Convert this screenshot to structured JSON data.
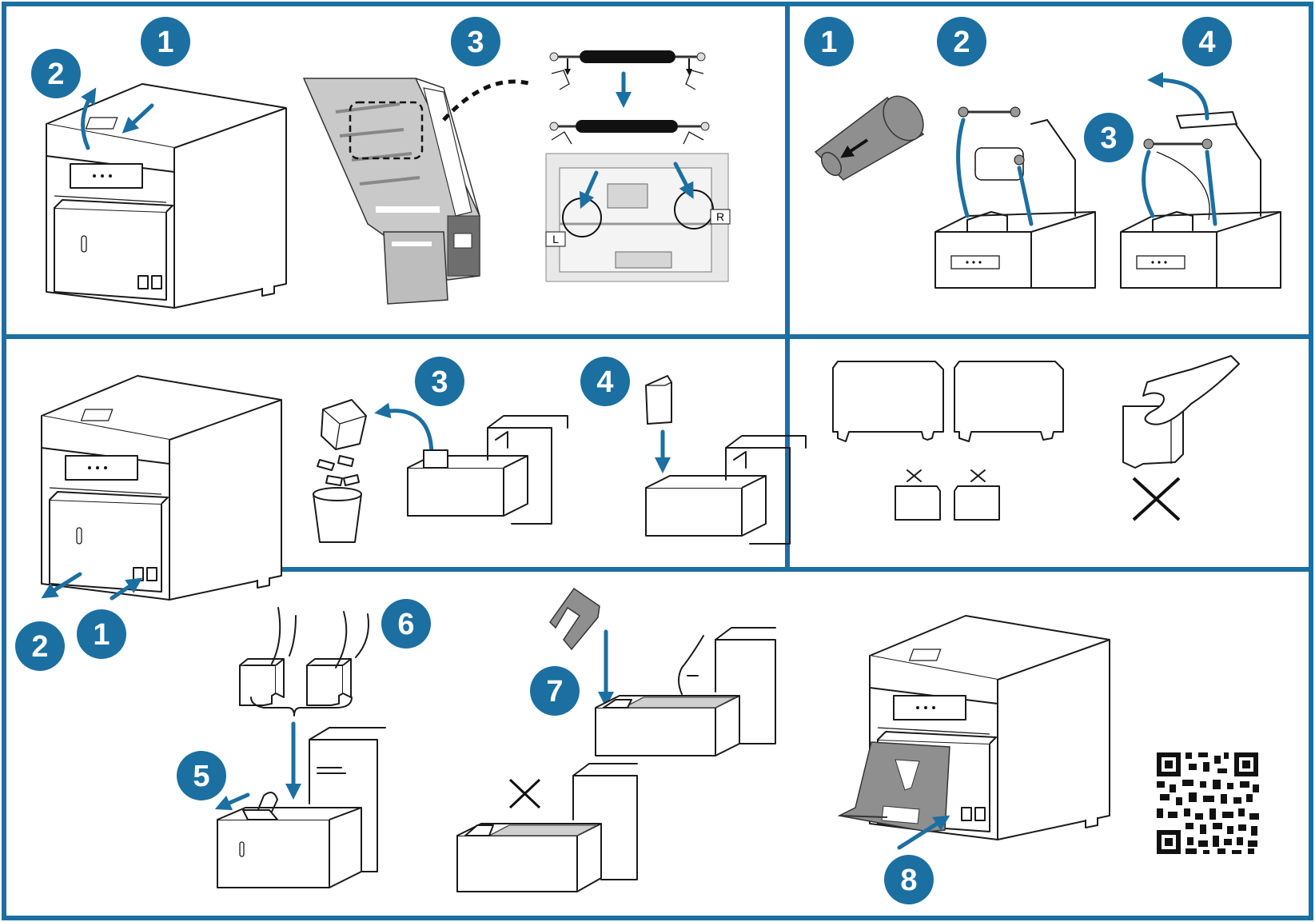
{
  "colors": {
    "frame": "#1c6fa1",
    "badge": "#1c6fa1",
    "badge_text": "#ffffff",
    "line": "#1a1a1a"
  },
  "panels": {
    "top_left": {
      "steps": [
        "1",
        "2",
        "3"
      ],
      "roller_labels": [
        "L",
        "R"
      ]
    },
    "top_right": {
      "steps": [
        "1",
        "2",
        "3",
        "4"
      ]
    },
    "middle_left": {
      "steps": [
        "3",
        "4"
      ]
    },
    "bottom_left": {
      "steps": [
        "2",
        "1"
      ]
    },
    "bottom_center": {
      "steps": [
        "6",
        "5",
        "7"
      ]
    },
    "bottom_right": {
      "steps": [
        "8"
      ]
    }
  },
  "icons": [
    "printer-icon",
    "ribbon-cassette-icon",
    "waste-bin-icon",
    "paper-tray-icon",
    "hand-icon",
    "cross-mark-icon",
    "qr-code-icon"
  ]
}
